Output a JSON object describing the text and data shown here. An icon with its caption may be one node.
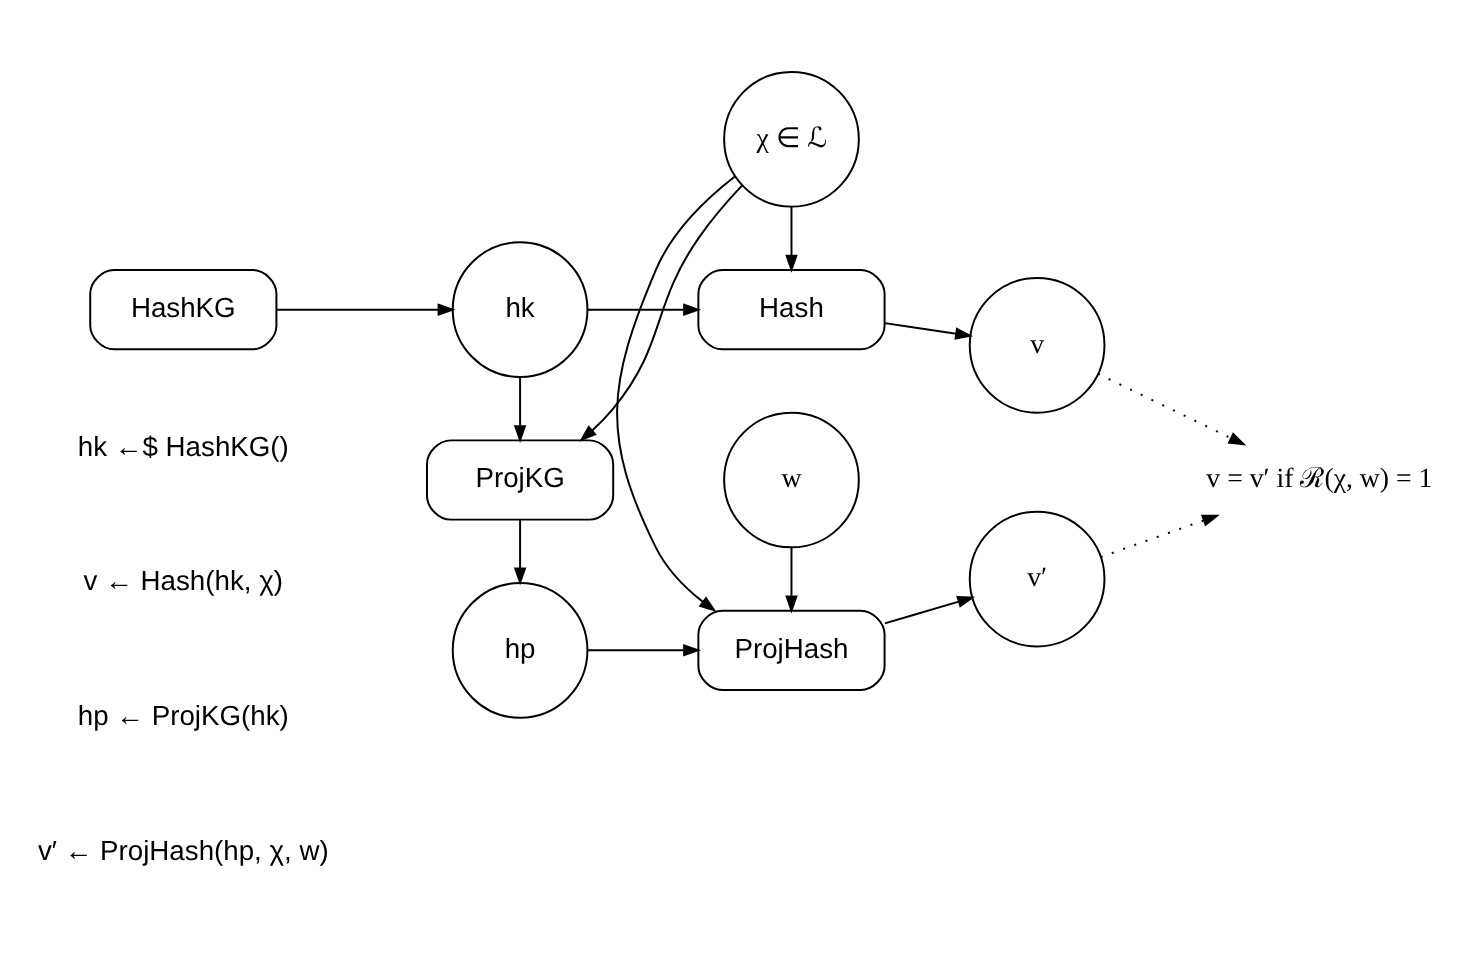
{
  "diagram": {
    "nodes": [
      {
        "text": [
          "HashKG"
        ]
      },
      {
        "text": [
          "hk"
        ]
      },
      {
        "text": [
          "Hash"
        ]
      },
      {
        "text": [
          "v"
        ]
      },
      {
        "text": [
          "ProjKG"
        ]
      },
      {
        "text": [
          "χ ∈ ℒ"
        ]
      },
      {
        "text": [
          "v = v′ if ℛ(χ, w) = 1"
        ]
      },
      {
        "text": [
          "hp"
        ]
      },
      {
        "text": [
          "ProjHash"
        ]
      },
      {
        "text": [
          "v′"
        ]
      },
      {
        "text": [
          "w"
        ]
      }
    ],
    "edges": [
      {
        "from": 0,
        "to": 1,
        "arrow": "to"
      },
      {
        "from": 1,
        "to": 2,
        "arrow": "to"
      },
      {
        "from": 2,
        "to": 3,
        "arrow": "to"
      },
      {
        "from": 1,
        "to": 4,
        "arrow": "to"
      },
      {
        "from": 5,
        "to": 4,
        "arrow": "to"
      },
      {
        "from": 5,
        "to": 2,
        "arrow": "to"
      },
      {
        "from": 5,
        "to": 8,
        "arrow": "to"
      },
      {
        "from": 4,
        "to": 7,
        "arrow": "to"
      },
      {
        "from": 7,
        "to": 8,
        "arrow": "to"
      },
      {
        "from": 8,
        "to": 9,
        "arrow": "to"
      },
      {
        "from": 10,
        "to": 8,
        "arrow": "to"
      },
      {
        "from": 3,
        "to": 6,
        "arrow": "to",
        "style": "dashed"
      },
      {
        "from": 9,
        "to": 6,
        "arrow": "to",
        "style": "dashed"
      }
    ],
    "labels": [
      "hk ←$ HashKG()",
      "v ← Hash(hk, χ)",
      "hp ← ProjKG(hk)",
      "v′ ← ProjHash(hp, χ, w)"
    ]
  }
}
